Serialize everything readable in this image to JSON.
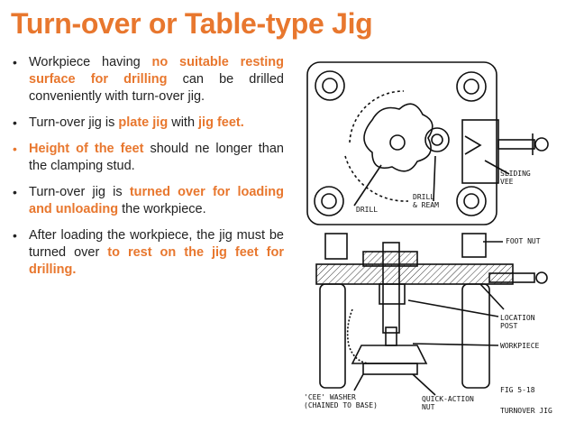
{
  "slide": {
    "title": "Turn-over or Table-type Jig",
    "accent_color": "#e8772e"
  },
  "bullets": [
    {
      "segments": [
        {
          "text": "Workpiece having ",
          "hl": false
        },
        {
          "text": "no suitable resting surface for drilling",
          "hl": true
        },
        {
          "text": " can be drilled conveniently with turn-over jig.",
          "hl": false
        }
      ],
      "bullet_hl": false
    },
    {
      "segments": [
        {
          "text": "Turn-over jig is ",
          "hl": false
        },
        {
          "text": "plate jig",
          "hl": true
        },
        {
          "text": " with ",
          "hl": false
        },
        {
          "text": "jig feet.",
          "hl": true
        }
      ],
      "bullet_hl": false
    },
    {
      "segments": [
        {
          "text": "Height of the feet",
          "hl": true
        },
        {
          "text": " should ne longer than the clamping stud.",
          "hl": false
        }
      ],
      "bullet_hl": true
    },
    {
      "segments": [
        {
          "text": "Turn-over jig is ",
          "hl": false
        },
        {
          "text": "turned over for loading and unloading",
          "hl": true
        },
        {
          "text": " the workpiece.",
          "hl": false
        }
      ],
      "bullet_hl": false
    },
    {
      "segments": [
        {
          "text": "After loading the workpiece, the jig must be turned over ",
          "hl": false
        },
        {
          "text": "to rest on the jig feet for drilling.",
          "hl": true
        }
      ],
      "bullet_hl": false
    }
  ],
  "figure": {
    "labels": {
      "sliding_vee": "SLIDING\nVEE",
      "drill": "DRILL",
      "drill_ream": "DRILL\n& REAM",
      "foot_nut": "FOOT NUT",
      "location_post": "LOCATION\nPOST",
      "workpiece": "WORKPIECE",
      "cee_washer": "'CEE' WASHER\n(CHAINED TO BASE)",
      "quick_action_nut": "QUICK-ACTION\nNUT",
      "fig_no": "FIG 5-18",
      "caption": "TURNOVER JIG"
    }
  }
}
